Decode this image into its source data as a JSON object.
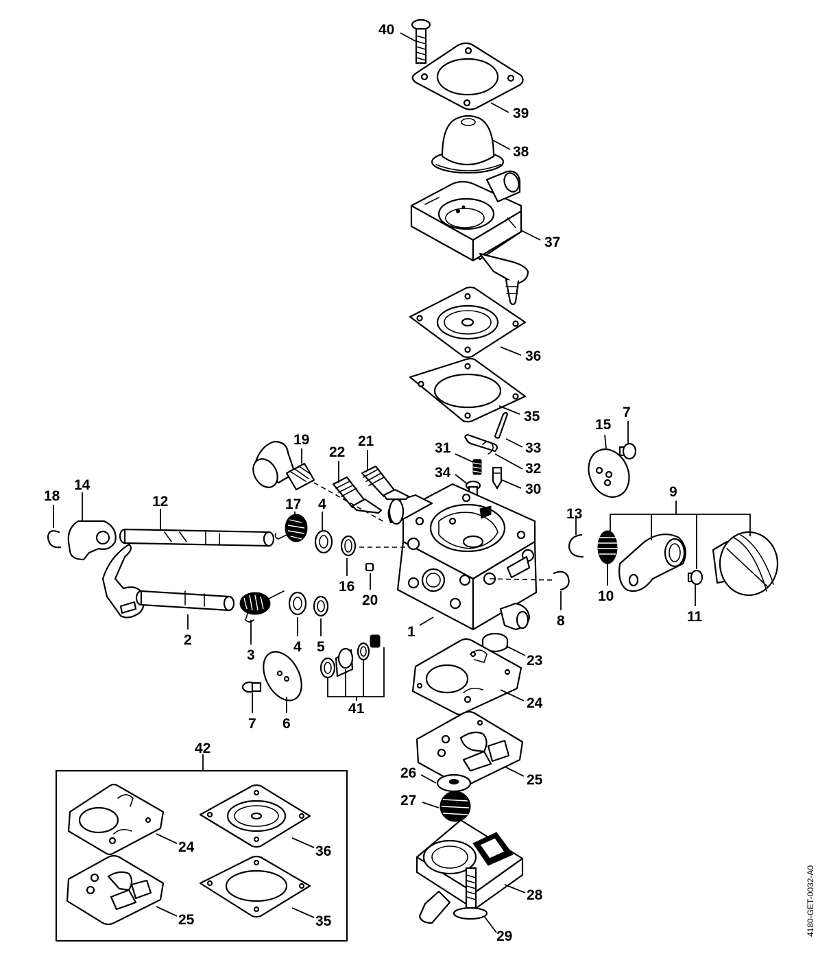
{
  "doc_code": "4180-GET-0032-A0",
  "labels": {
    "n1": "1",
    "n2": "2",
    "n3": "3",
    "n4a": "4",
    "n4b": "4",
    "n5": "5",
    "n6": "6",
    "n7a": "7",
    "n7b": "7",
    "n8": "8",
    "n9": "9",
    "n10": "10",
    "n11": "11",
    "n12": "12",
    "n13": "13",
    "n14": "14",
    "n15": "15",
    "n16": "16",
    "n17": "17",
    "n18": "18",
    "n19": "19",
    "n20": "20",
    "n21": "21",
    "n22": "22",
    "n23": "23",
    "n24": "24",
    "n25": "25",
    "n26": "26",
    "n27": "27",
    "n28": "28",
    "n29": "29",
    "n30": "30",
    "n31": "31",
    "n32": "32",
    "n33": "33",
    "n34": "34",
    "n35": "35",
    "n36": "36",
    "n37": "37",
    "n38": "38",
    "n39": "39",
    "n40": "40",
    "n41": "41",
    "n42": "42",
    "kit24": "24",
    "kit25": "25",
    "kit35": "35",
    "kit36": "36"
  }
}
